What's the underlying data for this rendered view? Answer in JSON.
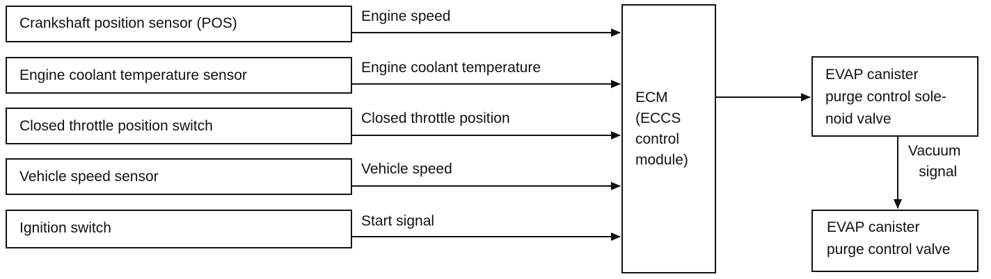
{
  "inputs": [
    {
      "label": "Crankshaft position sensor (POS)",
      "signal": "Engine speed"
    },
    {
      "label": "Engine coolant temperature sensor",
      "signal": "Engine coolant temperature"
    },
    {
      "label": "Closed throttle position switch",
      "signal": "Closed throttle position"
    },
    {
      "label": "Vehicle speed sensor",
      "signal": "Vehicle speed"
    },
    {
      "label": "Ignition switch",
      "signal": "Start signal"
    }
  ],
  "ecm": {
    "lines": [
      "ECM",
      "(ECCS",
      "control",
      "module)"
    ]
  },
  "solenoid": {
    "lines": [
      "EVAP canister",
      "purge control sole-",
      "noid valve"
    ]
  },
  "vacuum": {
    "lines": [
      "Vacuum",
      "signal"
    ]
  },
  "valve": {
    "lines": [
      "EVAP canister",
      "purge control valve"
    ]
  },
  "colors": {
    "line": "#111111",
    "background": "#ffffff"
  }
}
